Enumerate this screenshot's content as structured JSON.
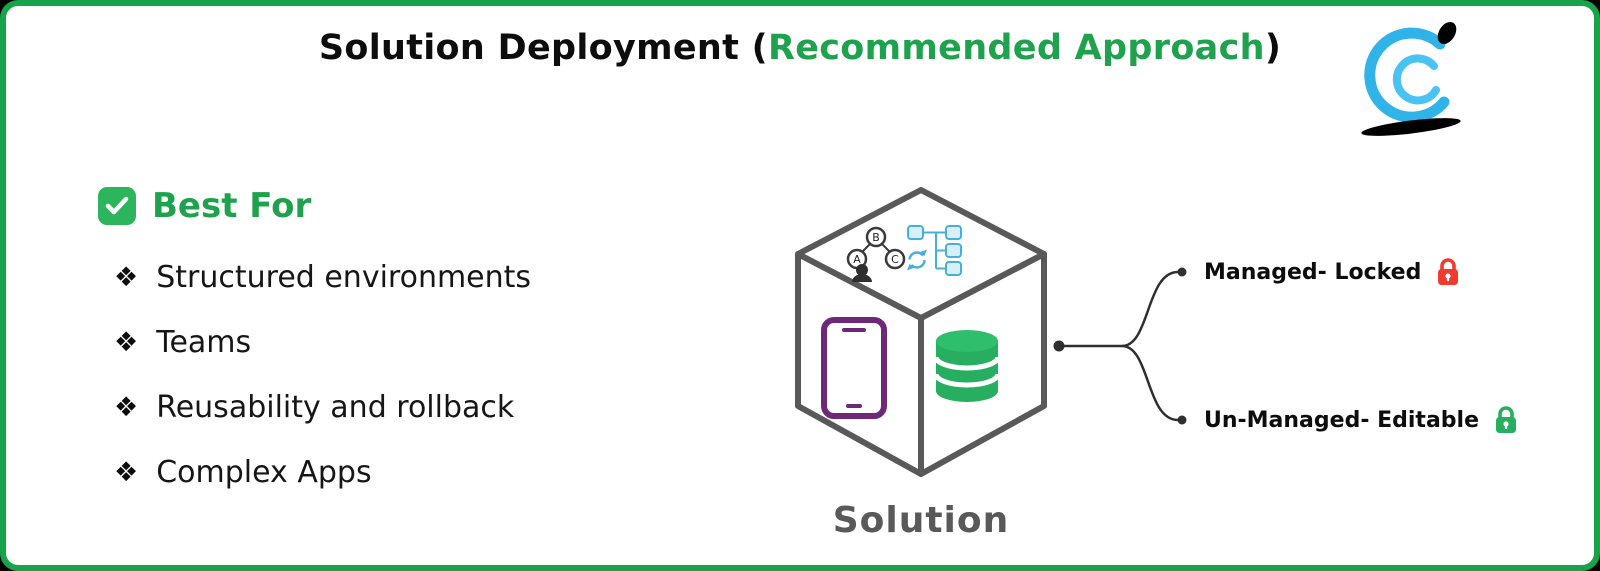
{
  "colors": {
    "border_green": "#17A34A",
    "title_green": "#1FA24D",
    "check_green": "#2BB55C",
    "cube_gray": "#595959",
    "phone_purple": "#6E2877",
    "database_green": "#27AE60",
    "flow_blue": "#49AFD9",
    "connector_dark": "#2F2F2F",
    "solution_gray": "#595959"
  },
  "title": {
    "prefix": "Solution Deployment (",
    "highlight": "Recommended Approach",
    "suffix": ")"
  },
  "best_for": {
    "heading": "Best For",
    "bullet": "❖",
    "items": [
      "Structured environments",
      "Teams",
      "Reusability and rollback",
      "Complex Apps"
    ]
  },
  "cube": {
    "label": "Solution",
    "org_chart_labels": [
      "B",
      "A",
      "C"
    ]
  },
  "branches": [
    {
      "label": "Managed- Locked",
      "lock_color": "#F03B30"
    },
    {
      "label": "Un-Managed- Editable",
      "lock_color": "#27AE60"
    }
  ]
}
